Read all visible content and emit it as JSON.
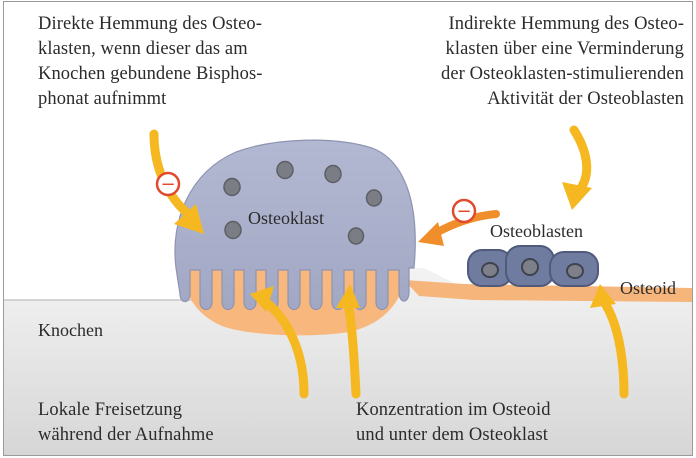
{
  "labels": {
    "direct_inhibition": [
      "Direkte Hemmung des Osteo-",
      "klasten, wenn dieser das am",
      "Knochen gebundene Bisphos-",
      "phonat aufnimmt"
    ],
    "indirect_inhibition": [
      "Indirekte Hemmung des Osteo-",
      "klasten über eine Verminderung",
      "der Osteoklasten-stimulierenden",
      "Aktivität der Osteoblasten"
    ],
    "osteoclast": "Osteoklast",
    "osteoblasts": "Osteoblasten",
    "osteoid": "Osteoid",
    "bone": "Knochen",
    "local_release": [
      "Lokale Freisetzung",
      "während der Aufnahme"
    ],
    "concentration": [
      "Konzentration im Osteoid",
      "und unter dem Osteoklast"
    ],
    "inhibition_sign": "−"
  },
  "colors": {
    "arrow": "#f5b820",
    "inhibition_arrow": "#ef8e2a",
    "osteoclast": "#a8aec9",
    "osteoclast_outline": "#8a90ad",
    "nucleus": "#7b7e85",
    "osteoid": "#f7b77d",
    "osteoblast": "#717da0",
    "bone_gradient_top": "#f2f2f2",
    "bone_gradient_bottom": "#d7d7d7",
    "inhibition_circle": "#e04a2e"
  }
}
